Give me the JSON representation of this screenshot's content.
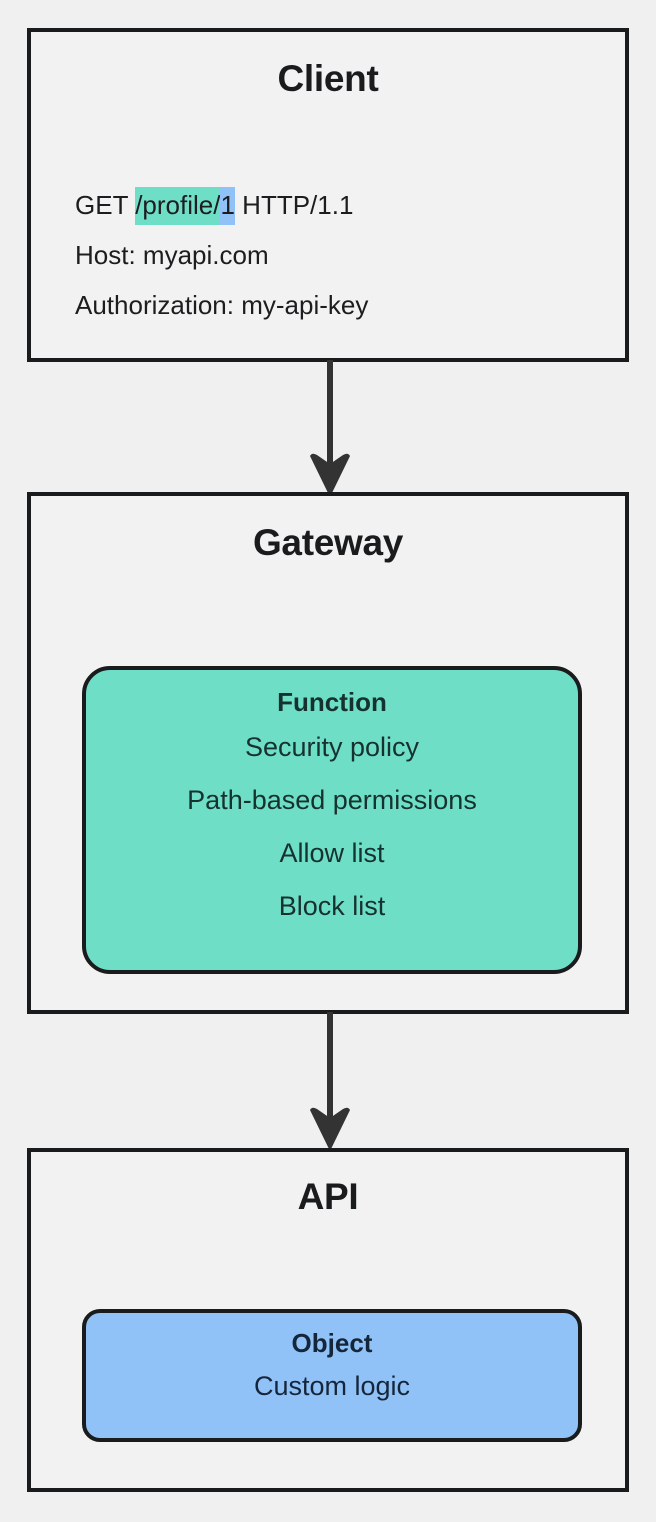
{
  "diagram": {
    "type": "flowchart",
    "direction": "top-to-bottom",
    "background_color": "#f0f0f0",
    "border_color": "#191b1d",
    "accent_teal": "#6fdec7",
    "accent_blue": "#90c2f8"
  },
  "nodes": {
    "client": {
      "title": "Client",
      "request": {
        "method": "GET ",
        "path_highlighted": "/profile/",
        "id_highlighted": "1",
        "protocol": " HTTP/1.1",
        "host_line": "Host: myapi.com",
        "auth_line": "Authorization: my-api-key"
      }
    },
    "gateway": {
      "title": "Gateway",
      "function": {
        "title": "Function",
        "lines": [
          "Security policy",
          "Path-based permissions",
          "Allow list",
          "Block list"
        ]
      }
    },
    "api": {
      "title": "API",
      "object": {
        "title": "Object",
        "lines": [
          "Custom logic"
        ]
      }
    }
  },
  "edges": [
    {
      "from": "client",
      "to": "gateway",
      "label": "",
      "style": "solid-arrow-down"
    },
    {
      "from": "gateway",
      "to": "api",
      "label": "",
      "style": "solid-arrow-down"
    }
  ]
}
